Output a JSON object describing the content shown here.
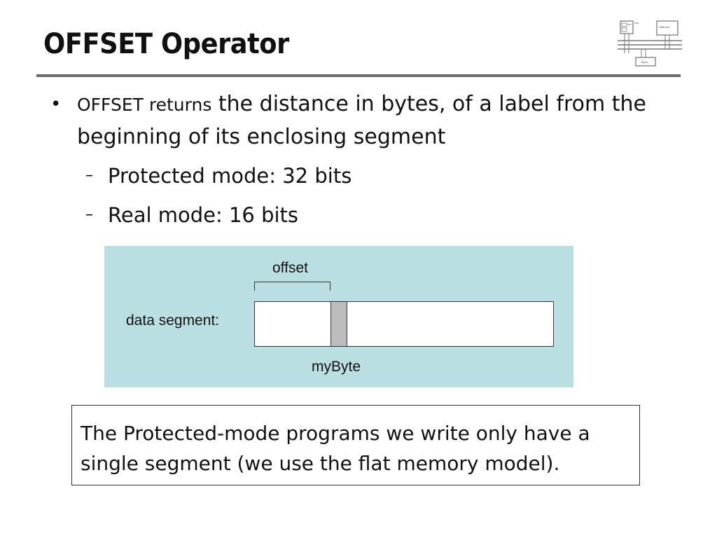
{
  "slide": {
    "title": "OFFSET Operator",
    "bullet": {
      "lead": "OFFSET returns",
      "text": " the distance in bytes, of a label from the beginning of its enclosing segment"
    },
    "subbullets": [
      {
        "dash": "–",
        "text": "Protected mode: 32 bits"
      },
      {
        "dash": "–",
        "text": "Real mode: 16 bits"
      }
    ],
    "diagram": {
      "offset_label": "offset",
      "segment_label": "data segment:",
      "byte_label": "myByte"
    },
    "note": "The Protected-mode programs we write only have a single segment (we use the flat memory model)."
  },
  "logo": {
    "icon": "computer-architecture-diagram-icon",
    "box_labels": [
      "ALU",
      "CPU",
      "Memory",
      "Ports"
    ]
  },
  "colors": {
    "diagram_bg": "#b9dfe2",
    "byte_cell": "#bdbdbd",
    "rule": "#6b6b6b"
  }
}
